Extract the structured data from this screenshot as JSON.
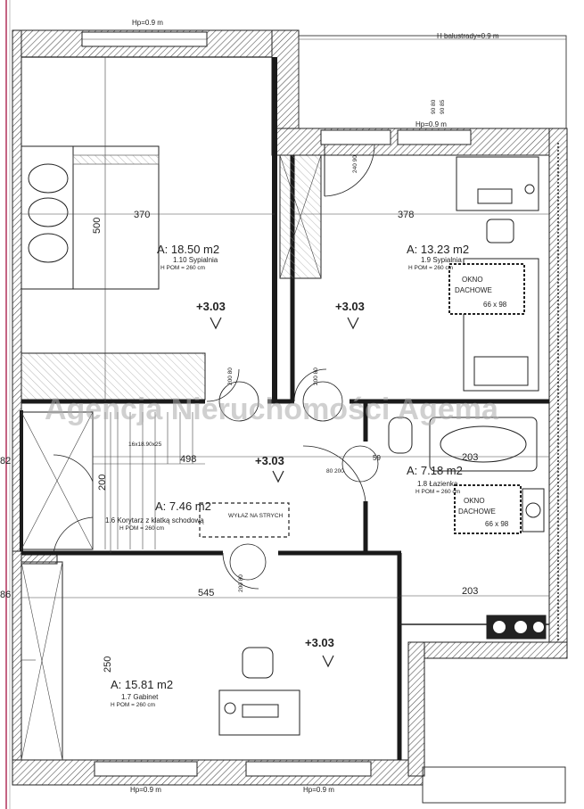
{
  "labels": {
    "hp_top": "Hp=0.9 m",
    "balustrade": "H balustrady=0.9 m",
    "hp_terrace": "Hp=0.9 m",
    "hp_bottom_left": "Hp=0.9 m",
    "hp_bottom_right": "Hp=0.9 m",
    "watermark": "Agencja Nieruchomości Agema"
  },
  "dimensions": {
    "d370": "370",
    "d500": "500",
    "d378": "378",
    "d498": "498",
    "d200": "200",
    "d545": "545",
    "d203a": "203",
    "d203b": "203",
    "d250": "250",
    "d59": "59",
    "d82": "82",
    "d86": "86",
    "d16x": "16x18.90x25",
    "d240_90": "240 90",
    "d200_80a": "200 80",
    "d200_80b": "200 80",
    "d200_80c": "200 80",
    "d80_200": "80 200",
    "d90_80": "90 80",
    "d90_85": "90 85"
  },
  "rooms": [
    {
      "area": "A: 18.50 m2",
      "name": "1.10 Sypialnia",
      "height": "H POM = 260 cm",
      "level": "+3.03"
    },
    {
      "area": "A: 13.23 m2",
      "name": "1.9 Sypialnia",
      "height": "H POM = 260 cm",
      "level": "+3.03"
    },
    {
      "area": "A: 7.18 m2",
      "name": "1.8 Łazienka",
      "height": "H POM = 260 cm"
    },
    {
      "area": "A: 7.46 m2",
      "name": "1.6 Korytarz z klatką schodową",
      "height": "H POM = 260 cm",
      "level": "+3.03"
    },
    {
      "area": "A: 15.81 m2",
      "name": "1.7 Gabinet",
      "height": "H POM = 260 cm",
      "level": "+3.03"
    }
  ],
  "windows": [
    {
      "title_1": "OKNO",
      "title_2": "DACHOWE",
      "size": "66 x 98"
    },
    {
      "title_1": "OKNO",
      "title_2": "DACHOWE",
      "size": "66 x 98"
    }
  ],
  "attic_hatch": "WYŁAZ NA STRYCH"
}
